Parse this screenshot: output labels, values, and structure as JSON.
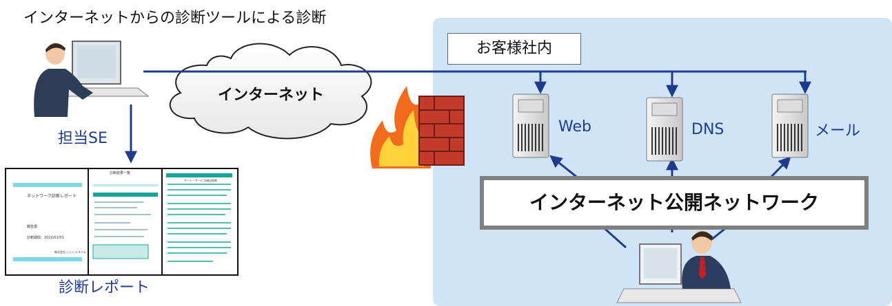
{
  "title": "インターネットからの診断ツールによる診断",
  "client_label": "お客様社内",
  "se_label": "担当SE",
  "report_label": "診断レポート",
  "internet_label": "インターネット",
  "servers": [
    {
      "label": "Web"
    },
    {
      "label": "DNS"
    },
    {
      "label": "メール"
    }
  ],
  "public_network_label": "インターネット公開ネットワーク",
  "report_pages": {
    "page1_title": "ネットワーク診断レポート",
    "page1_line1": "報告書：",
    "page1_line2": "診断期間：2010/01/01",
    "page1_footer": "株式会社○○○○システム",
    "page2_header": "診断結果一覧",
    "page3_header": "ポート・サービス検出結果"
  },
  "colors": {
    "line": "#1f3b8f",
    "client_area": "#cfe4f6",
    "label_blue": "#1f3b8f"
  }
}
